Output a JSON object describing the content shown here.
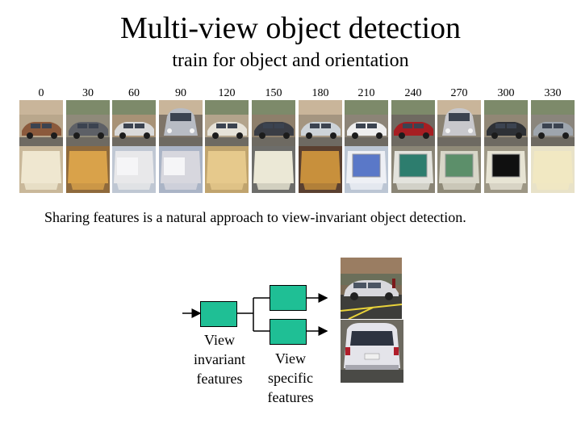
{
  "slide": {
    "title": "Multi-view object detection",
    "subtitle": "train for object and orientation",
    "angles": [
      "0",
      "30",
      "60",
      "90",
      "120",
      "150",
      "180",
      "210",
      "240",
      "270",
      "300",
      "330"
    ],
    "caption": "Sharing features is a natural approach to view-invariant object detection."
  },
  "diagram": {
    "invariant_label": [
      "View",
      "invariant",
      "features"
    ],
    "specific_label": [
      "View",
      "specific",
      "features"
    ],
    "box_color": "#1fbf95"
  }
}
